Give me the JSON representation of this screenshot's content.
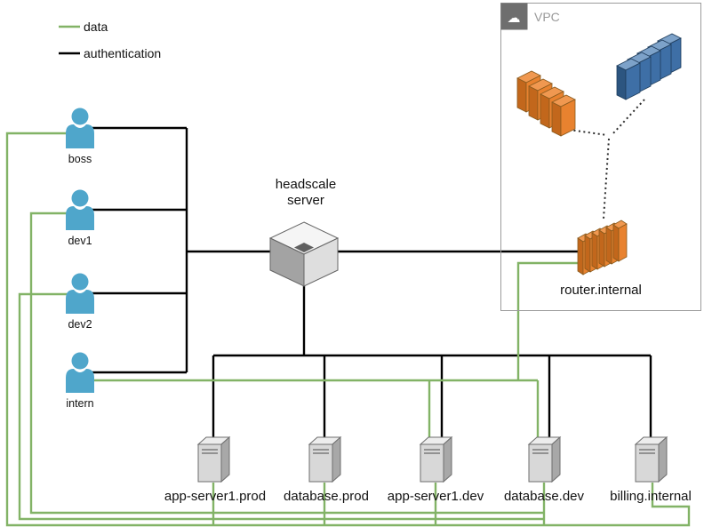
{
  "legend": {
    "data_label": "data",
    "auth_label": "authentication"
  },
  "users": [
    {
      "name": "boss"
    },
    {
      "name": "dev1"
    },
    {
      "name": "dev2"
    },
    {
      "name": "intern"
    }
  ],
  "headscale": {
    "line1": "headscale",
    "line2": "server"
  },
  "vpc": {
    "label": "VPC",
    "cloud_icon": "☁",
    "router_label": "router.internal"
  },
  "servers": [
    {
      "name": "app-server1.prod"
    },
    {
      "name": "database.prod"
    },
    {
      "name": "app-server1.dev"
    },
    {
      "name": "database.dev"
    },
    {
      "name": "billing.internal"
    }
  ],
  "colors": {
    "data": "#82b366",
    "auth": "#000000",
    "user": "#4fa6cb",
    "orange": "#e8822f",
    "blue": "#3e6fa6"
  }
}
